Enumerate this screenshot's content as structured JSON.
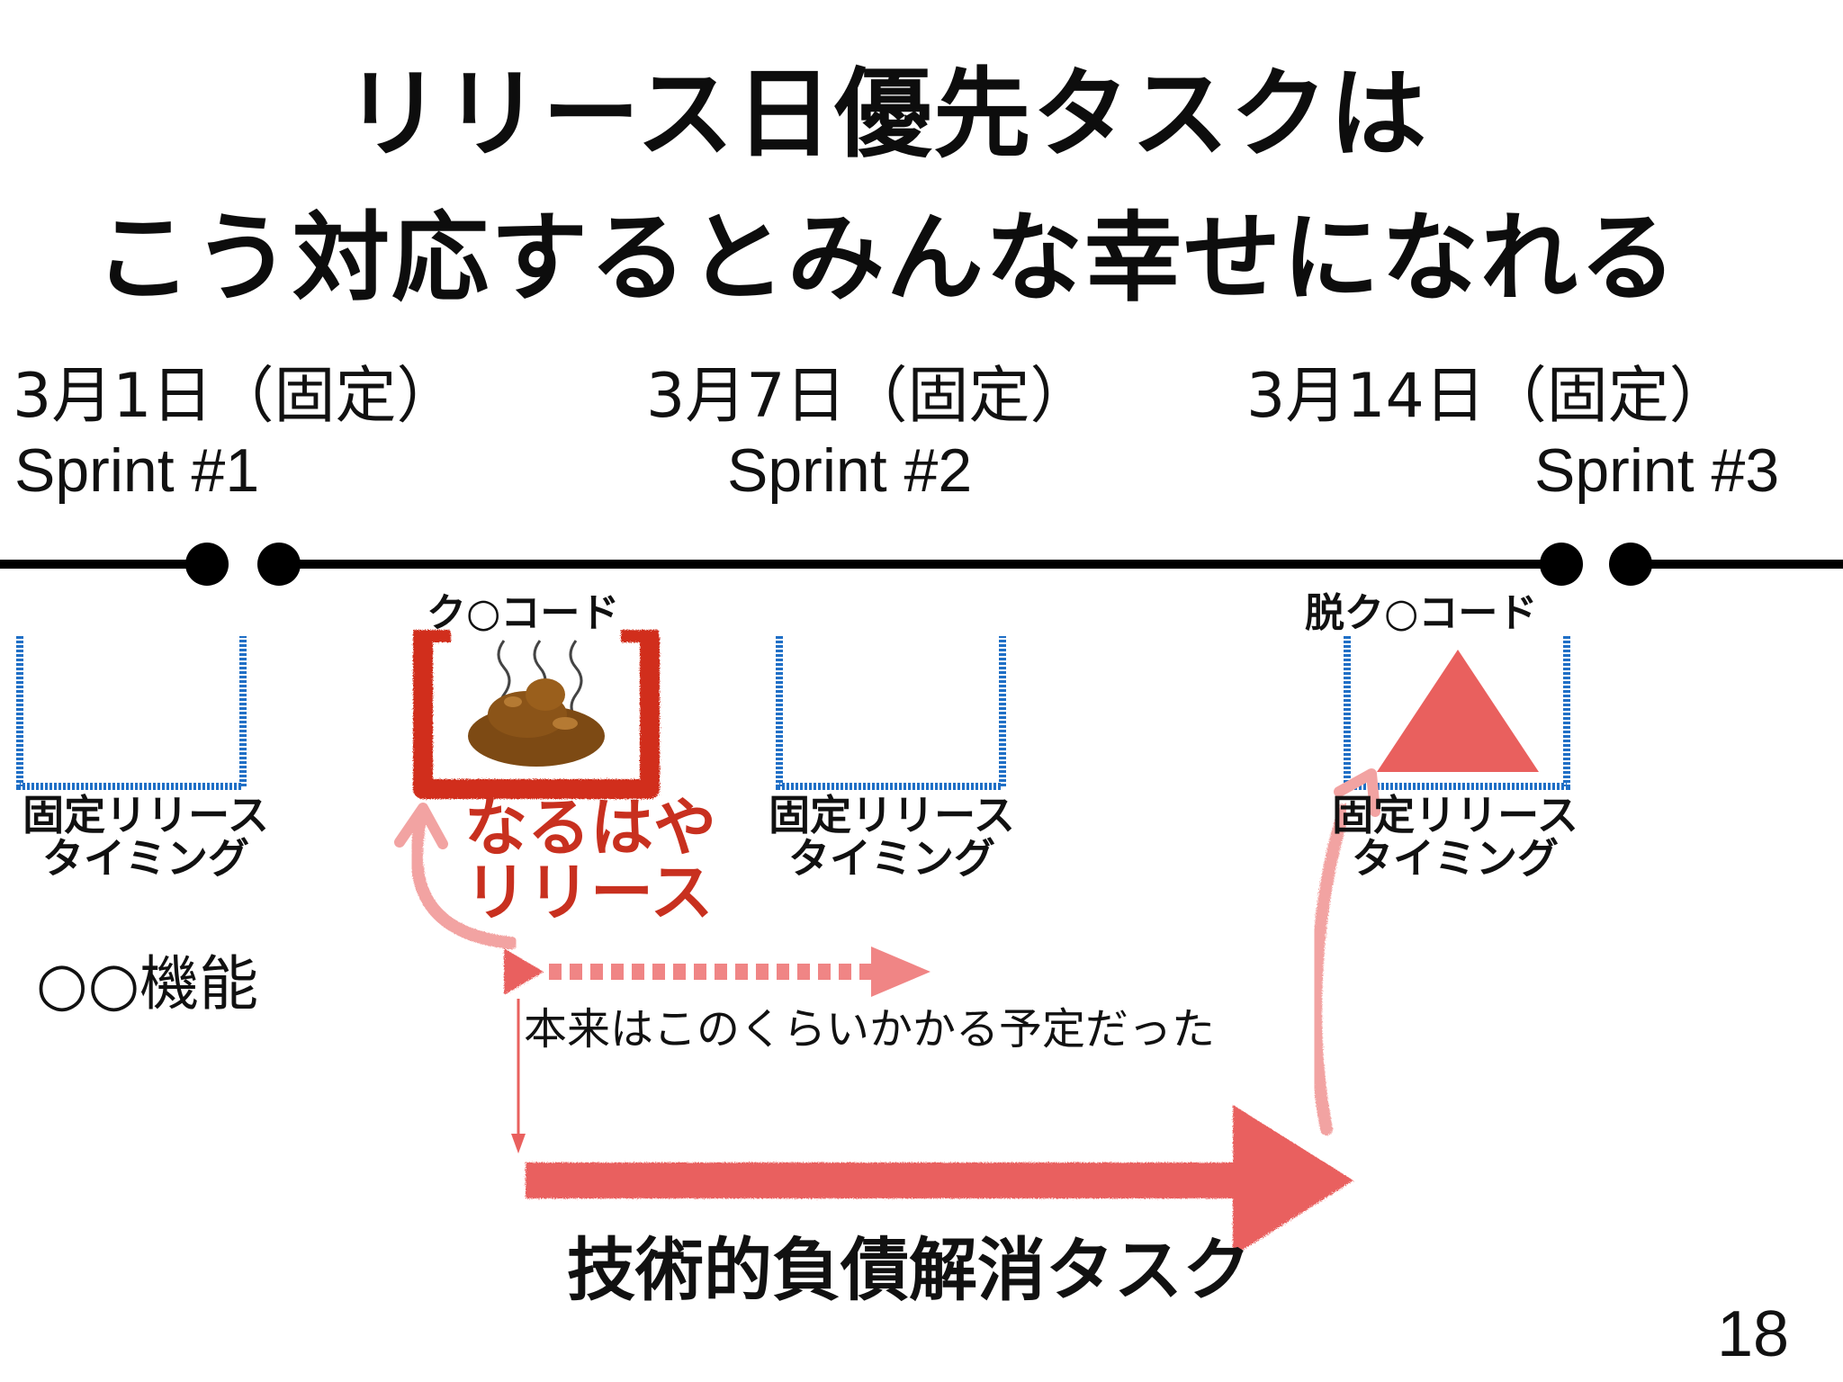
{
  "title": {
    "line1": "リリース日優先タスクは",
    "line2": "こう対応するとみんな幸せになれる"
  },
  "timeline": {
    "milestones": [
      {
        "date": "3月1日（固定）",
        "sprint": "Sprint #1"
      },
      {
        "date": "3月7日（固定）",
        "sprint": "Sprint #2"
      },
      {
        "date": "3月14日（固定）",
        "sprint": "Sprint #3"
      }
    ]
  },
  "boxes": {
    "release_label_line1": "固定リリース",
    "release_label_line2": "タイミング",
    "kuso_code": "ク○コード",
    "datsu_kuso_code": "脱ク○コード",
    "asap_line1": "なるはや",
    "asap_line2": "リリース"
  },
  "flow": {
    "feature": "○○機能",
    "planned_note": "本来はこのくらいかかる予定だった",
    "tech_debt_task": "技術的負債解消タスク"
  },
  "page_number": "18",
  "colors": {
    "timeline": "#000000",
    "box_blue": "#1f6fc6",
    "box_red": "#d12e1b",
    "arrow_red": "#e9605e",
    "triangle": "#e9605e",
    "poop": "#8b5418"
  },
  "icons": {
    "poop": "poop-icon",
    "triangle": "triangle-icon"
  }
}
